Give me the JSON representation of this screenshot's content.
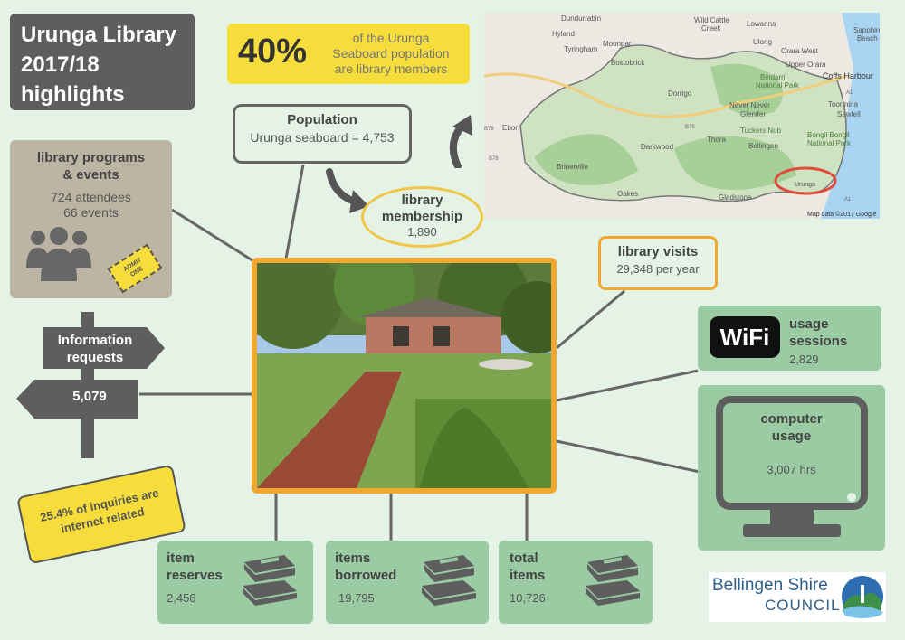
{
  "title": {
    "line1": "Urunga Library",
    "line2": "2017/18",
    "line3": "highlights"
  },
  "membership_share": {
    "value": "40%",
    "line1": "of the Urunga",
    "line2": "Seaboard population",
    "line3": "are library members"
  },
  "map": {
    "labels": [
      "Dundurrabin",
      "Wild Cattle",
      "Creek",
      "Lowanna",
      "Sapphire",
      "Beach",
      "Hyland",
      "Moonpar",
      "Tyringham",
      "Ulong",
      "Orara West",
      "Bostobrick",
      "Upper Orara",
      "Coffs Harbour",
      "Bindarri",
      "National Park",
      "Dorrigo",
      "Never Never",
      "Glenifer",
      "Toormina",
      "Sawtell",
      "Ebor",
      "Tuckers Nob",
      "Bongil Bongil",
      "National Park",
      "Thora",
      "Bellingen",
      "Darkwood",
      "Brinerville",
      "Oakes",
      "Gladstone",
      "Urunga"
    ],
    "road_labels": [
      "B78",
      "B78",
      "B78",
      "A1",
      "A1"
    ],
    "credit": "Map data ©2017 Google"
  },
  "population": {
    "title": "Population",
    "label": "Urunga seaboard  = 4,753"
  },
  "membership": {
    "line1": "library",
    "line2": "membership",
    "value": "1,890"
  },
  "programs": {
    "line1": "library programs",
    "line2": "& events",
    "attendees": "724 attendees",
    "events": "66 events"
  },
  "ticket": {
    "line1": "ADMIT",
    "line2": "ONE"
  },
  "info_requests": {
    "line1": "Information",
    "line2": "requests",
    "value": "5,079"
  },
  "inquiries": {
    "line1": "25.4% of inquiries are",
    "line2": "internet related"
  },
  "visits": {
    "title": "library visits",
    "value": "29,348 per year"
  },
  "wifi": {
    "logo": "WiFi",
    "line1": "usage",
    "line2": "sessions",
    "value": "2,829"
  },
  "computer": {
    "line1": "computer",
    "line2": "usage",
    "value": "3,007 hrs"
  },
  "reserves": {
    "line1": "item",
    "line2": "reserves",
    "value": "2,456"
  },
  "borrowed": {
    "line1": "items",
    "line2": "borrowed",
    "value": "19,795"
  },
  "total": {
    "line1": "total",
    "line2": "items",
    "value": "10,726"
  },
  "council": {
    "line1": "Bellingen Shire",
    "line2": "COUNCIL"
  },
  "colors": {
    "background": "#e4f3e6",
    "yellow": "#f6dd3b",
    "orange": "#f0a830",
    "green": "#9acba3",
    "grey": "#5e5e5e",
    "beige": "#bdb5a3"
  }
}
